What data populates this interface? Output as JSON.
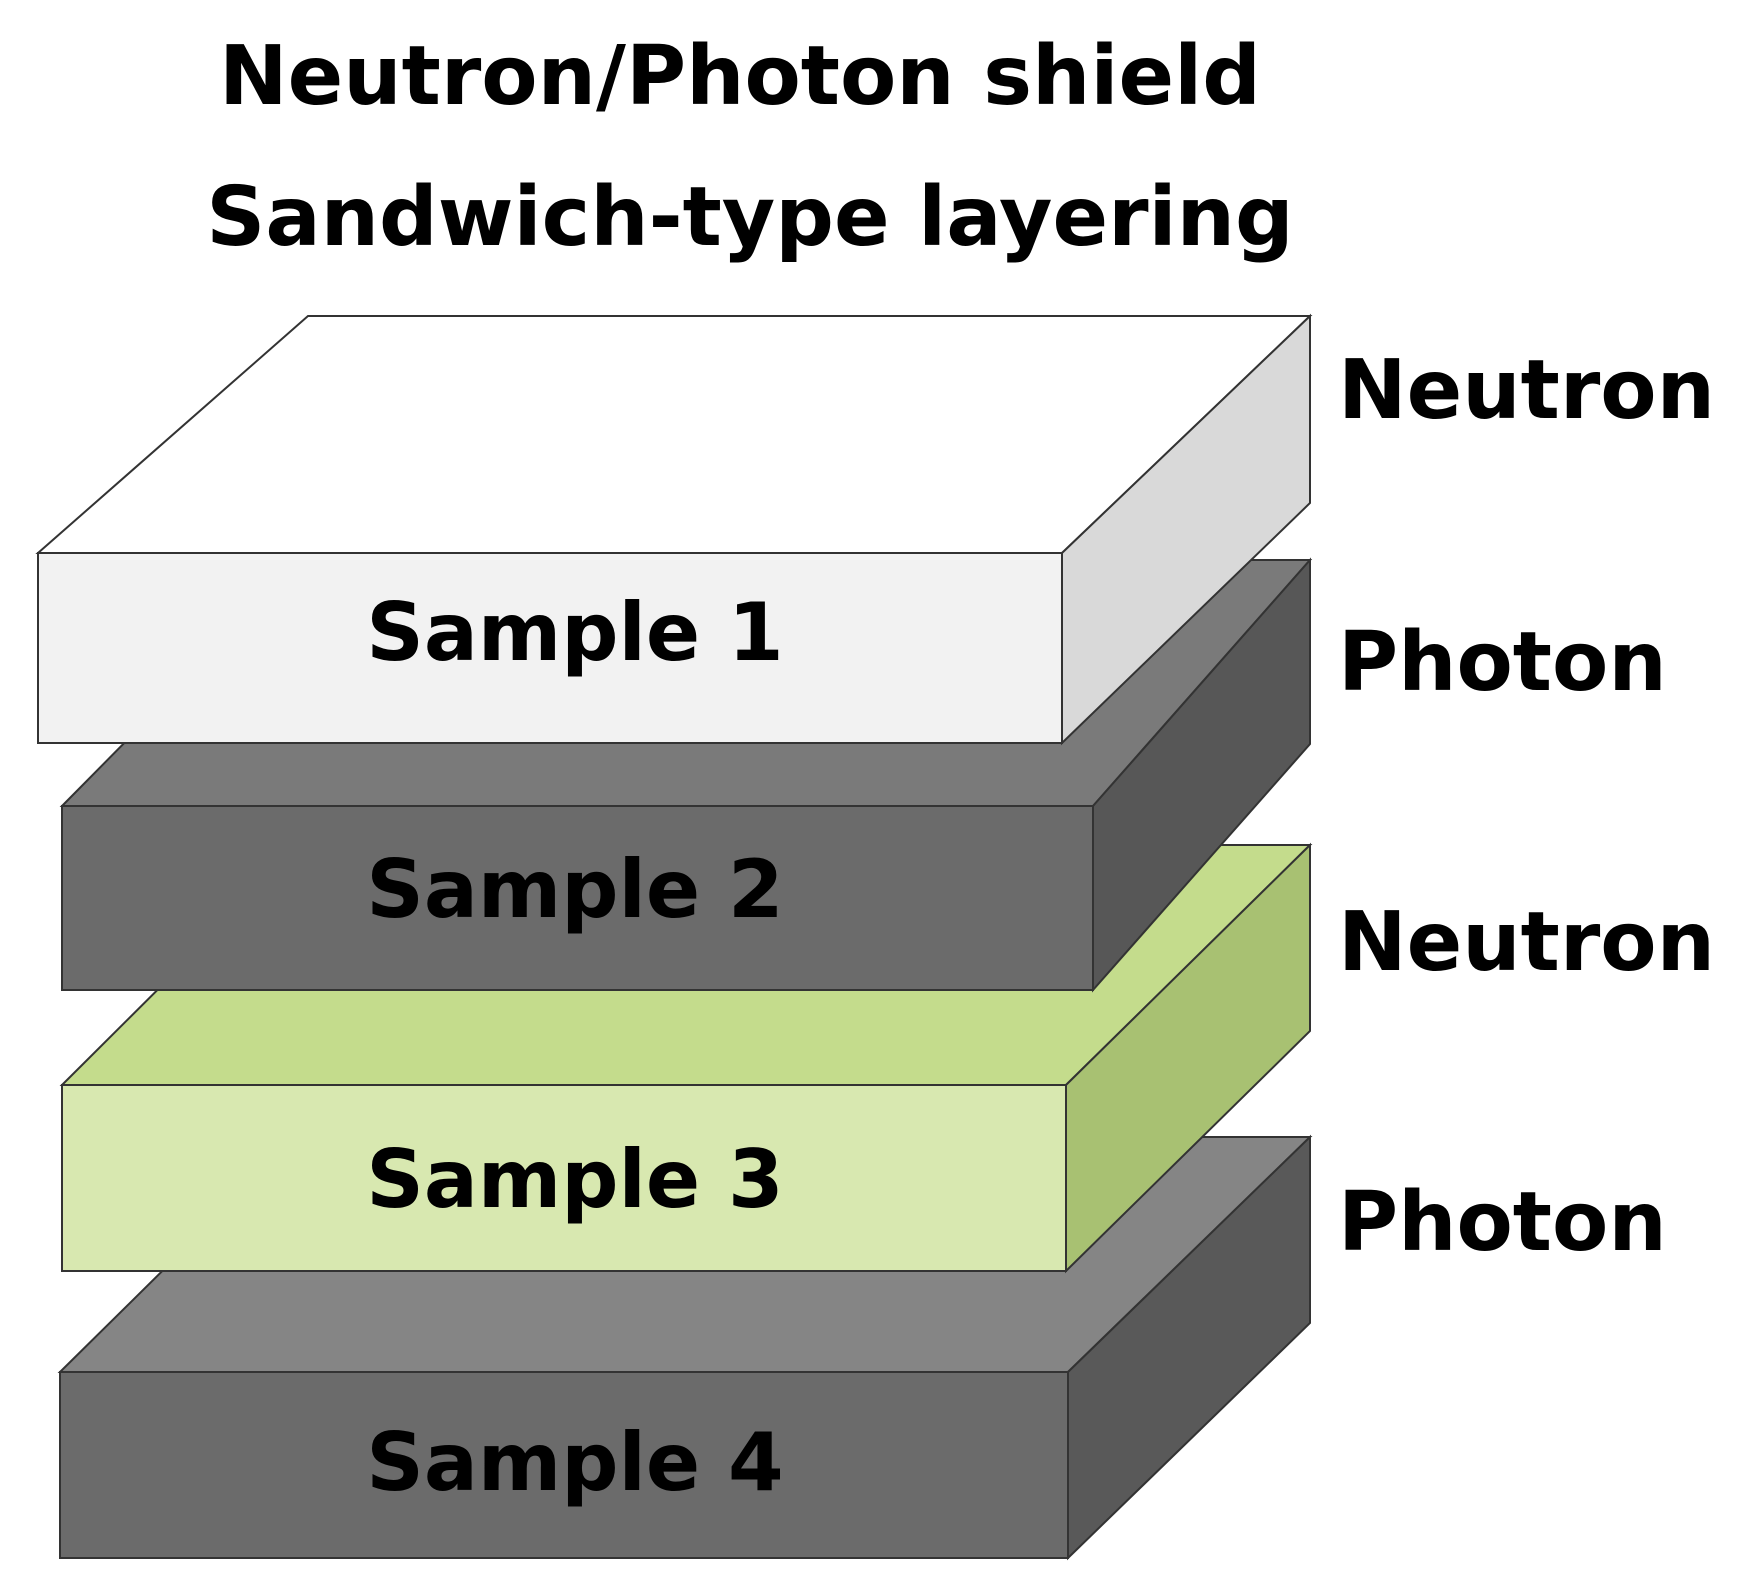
{
  "title": {
    "line1": "Neutron/Photon shield",
    "line2": "Sandwich-type layering"
  },
  "layers": [
    {
      "sample_label": "Sample 1",
      "shield_type": "Neutron",
      "colors": {
        "front": "#f2f2f2",
        "top": "#ffffff",
        "side": "#d9d9d9"
      }
    },
    {
      "sample_label": "Sample 2",
      "shield_type": "Photon",
      "colors": {
        "front": "#6b6b6b",
        "top": "#7a7a7a",
        "side": "#575757"
      }
    },
    {
      "sample_label": "Sample 3",
      "shield_type": "Neutron",
      "colors": {
        "front": "#d8e8b0",
        "top": "#c4dc8c",
        "side": "#a8c172"
      }
    },
    {
      "sample_label": "Sample 4",
      "shield_type": "Photon",
      "colors": {
        "front": "#6b6b6b",
        "top": "#858585",
        "side": "#595959"
      }
    }
  ]
}
